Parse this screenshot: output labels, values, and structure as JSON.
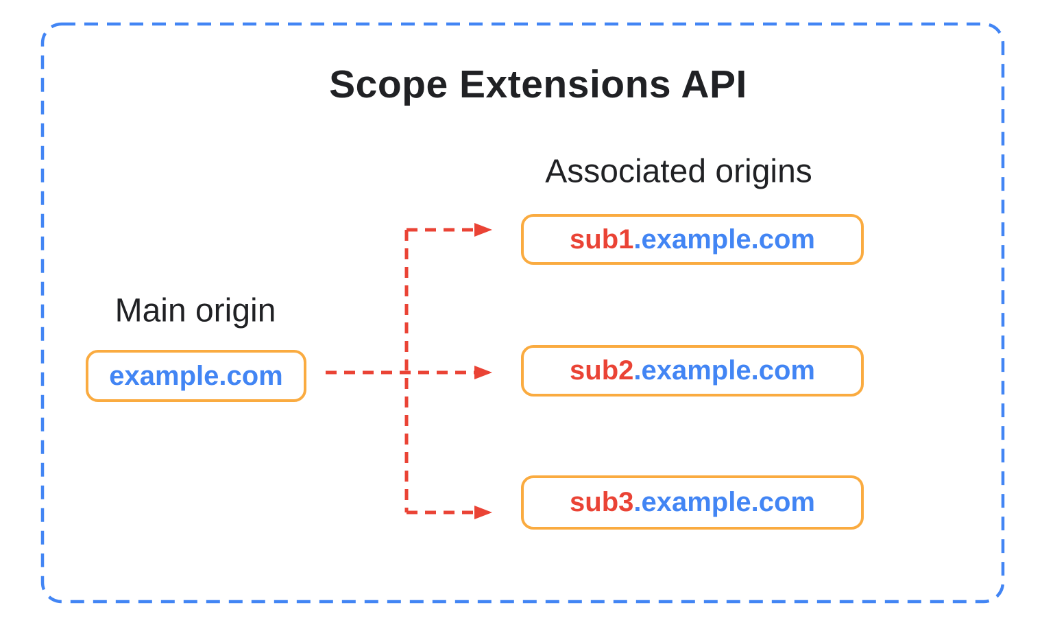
{
  "colors": {
    "blue": "#4285F4",
    "red": "#EA4335",
    "orange": "#FAAB40",
    "ink": "#202124",
    "background": "#FFFFFF"
  },
  "diagram": {
    "title": "Scope Extensions API",
    "main_origin": {
      "label": "Main origin",
      "domain": "example.com"
    },
    "associated_origins": {
      "label": "Associated origins",
      "items": [
        {
          "subdomain": "sub1",
          "suffix": ".example.com"
        },
        {
          "subdomain": "sub2",
          "suffix": ".example.com"
        },
        {
          "subdomain": "sub3",
          "suffix": ".example.com"
        }
      ]
    }
  }
}
